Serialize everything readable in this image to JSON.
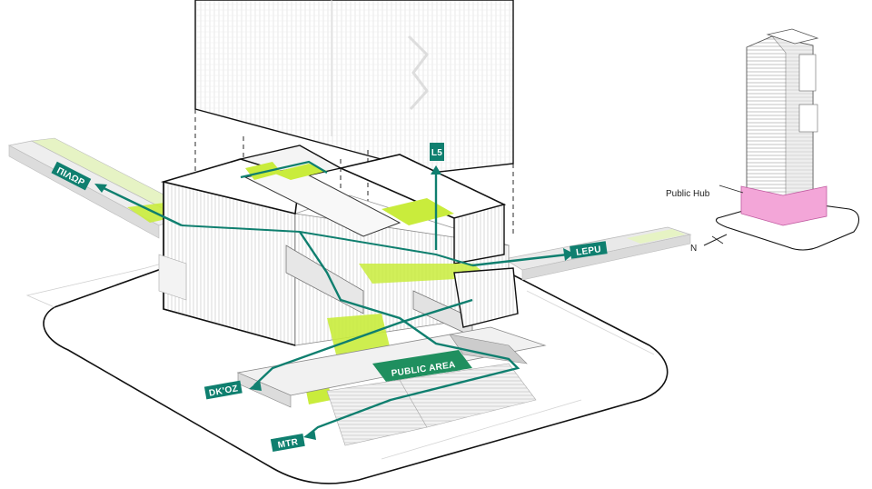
{
  "colors": {
    "route": "#0f7f6f",
    "green_area": "#c9ec3c",
    "light_green": "#e6f3c4",
    "hub_highlight": "#f3a6d8",
    "outline": "#111111",
    "facade": "#bdbdbd"
  },
  "route_labels": {
    "top_left": "ΠΙΛΩΡ",
    "right": "LEPU",
    "upper": "L5",
    "public_area": "PUBLIC AREA",
    "lower_left": "DK'OZ",
    "bottom": "MTR"
  },
  "callout": {
    "public_hub": "Public Hub"
  },
  "north_label": "N",
  "icons": [
    "route-arrow-icon",
    "north-arrow-icon"
  ]
}
